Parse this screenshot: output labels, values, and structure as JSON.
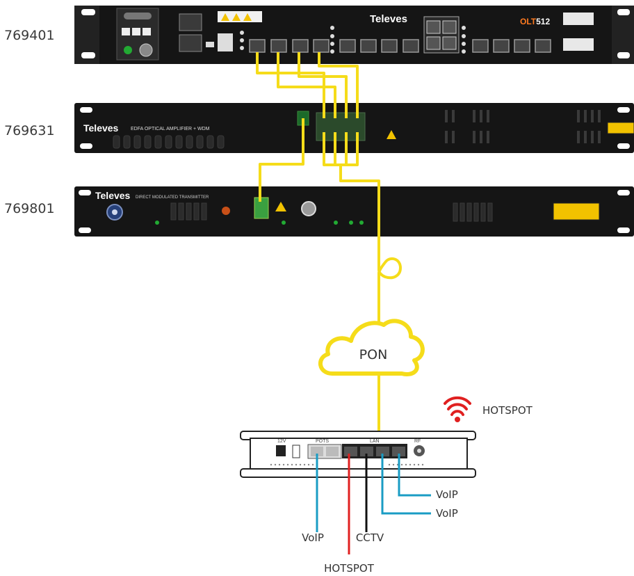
{
  "devices": {
    "olt": {
      "model": "769401",
      "brand": "Televes",
      "product": "OLT",
      "product_suffix": "512"
    },
    "edfa": {
      "model": "769631",
      "brand": "Televes",
      "title": "EDFA OPTICAL AMPLIFIER + WDM"
    },
    "transmitter": {
      "model": "769801",
      "brand": "Televes",
      "title": "DIRECT MODULATED TRANSMITTER"
    }
  },
  "network": {
    "cloud_label": "PON"
  },
  "ont": {
    "port_groups": {
      "power": "12V",
      "pots": "POTS",
      "lan": "LAN",
      "rf": "RF"
    }
  },
  "wifi": {
    "label": "HOTSPOT",
    "color": "#e02020"
  },
  "connections": [
    {
      "label": "VoIP",
      "color": "#1a9cc4"
    },
    {
      "label": "HOTSPOT",
      "color": "#e02020"
    },
    {
      "label": "CCTV",
      "color": "#111111"
    },
    {
      "label": "VoIP",
      "color": "#1a9cc4"
    },
    {
      "label": "VoIP",
      "color": "#1a9cc4"
    }
  ],
  "colors": {
    "fiber": "#f5dc1a",
    "rack": "#141414",
    "status_led": "#22aa33"
  }
}
